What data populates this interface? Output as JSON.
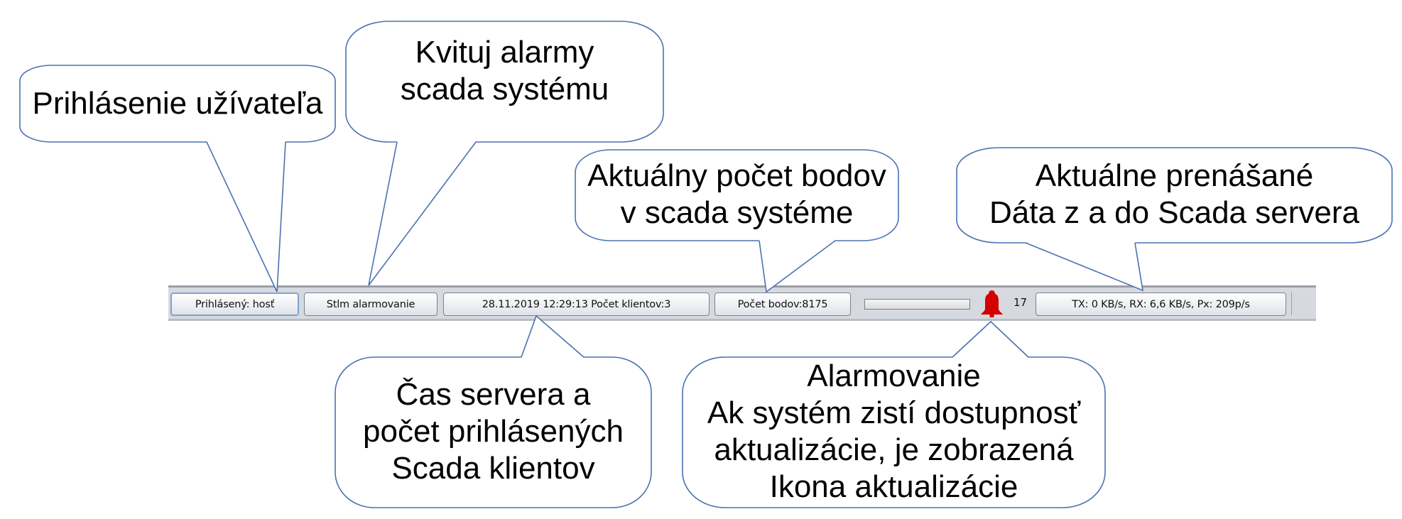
{
  "statusbar": {
    "user_button": "Prihlásený: hosť",
    "silence_button": "Stlm alarmovanie",
    "server_info": "28.11.2019 12:29:13 Počet klientov:3",
    "points_count": "Počet bodov:8175",
    "progress": 0,
    "alarm_icon": "bell-icon",
    "alarm_color": "#d40000",
    "alarm_count": "17",
    "traffic": "TX: 0 KB/s,  RX: 6,6 KB/s,  Px: 209p/s"
  },
  "callouts": {
    "login": [
      "Prihlásenie užívateľa"
    ],
    "ack_alarms": [
      "Kvituj alarmy",
      "scada systému"
    ],
    "points": [
      "Aktuálny počet bodov",
      "v scada systéme"
    ],
    "traffic": [
      "Aktuálne prenášané",
      "Dáta z a do Scada servera"
    ],
    "server_time": [
      "Čas servera a",
      "počet prihlásených",
      "Scada klientov"
    ],
    "alarming": [
      "Alarmovanie",
      "Ak systém zistí dostupnosť",
      "aktualizácie, je zobrazená",
      "Ikona aktualizácie"
    ]
  },
  "colors": {
    "callout_border": "#4a72b0",
    "statusbar": "#d6d9e0"
  }
}
